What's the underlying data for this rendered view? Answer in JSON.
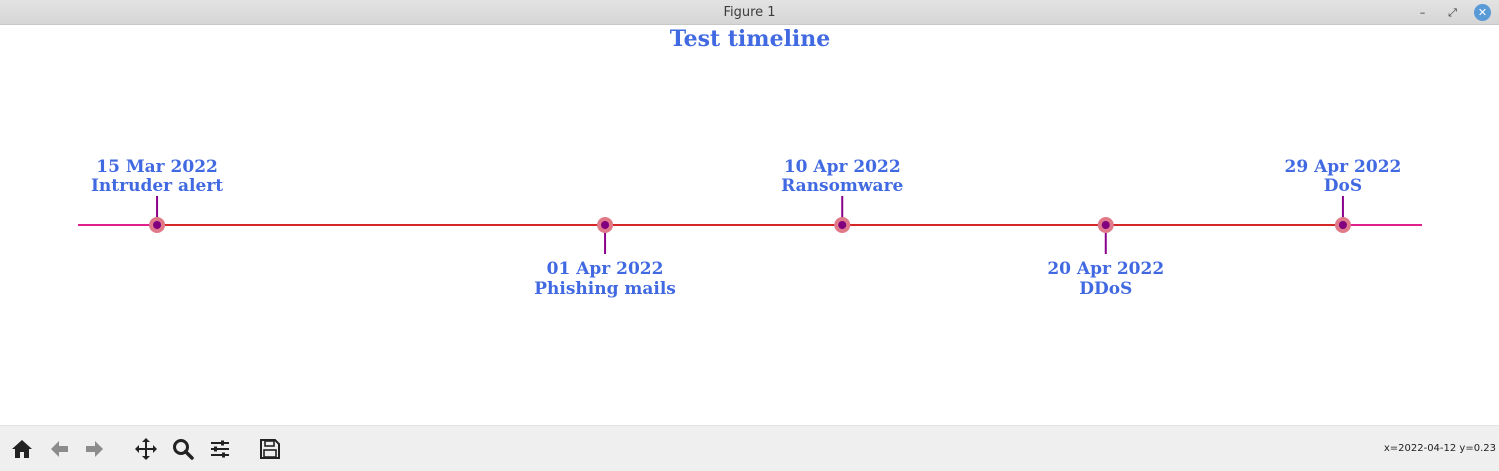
{
  "window": {
    "title": "Figure 1",
    "controls": {
      "minimize": "–",
      "maximize": "⤢",
      "close": "✕"
    }
  },
  "chart_data": {
    "type": "timeline",
    "title": "Test timeline",
    "x_unit": "date",
    "xlim": [
      "2022-03-12",
      "2022-05-02"
    ],
    "events": [
      {
        "date": "2022-03-15",
        "date_label": "15 Mar 2022",
        "label": "Intruder alert",
        "position": "above"
      },
      {
        "date": "2022-04-01",
        "date_label": "01 Apr 2022",
        "label": "Phishing mails",
        "position": "below"
      },
      {
        "date": "2022-04-10",
        "date_label": "10 Apr 2022",
        "label": "Ransomware",
        "position": "above"
      },
      {
        "date": "2022-04-20",
        "date_label": "20 Apr 2022",
        "label": "DDoS",
        "position": "below"
      },
      {
        "date": "2022-04-29",
        "date_label": "29 Apr 2022",
        "label": "DoS",
        "position": "above"
      }
    ],
    "colors": {
      "title": "#4169e1",
      "text": "#4169e1",
      "axis_line": "#d62728",
      "axis_ends": "#e0208f",
      "stem": "#8b008b",
      "marker_outer": "#e07a8a",
      "marker_inner": "#800080"
    }
  },
  "toolbar": {
    "buttons": [
      {
        "name": "home-icon",
        "label": "Home"
      },
      {
        "name": "back-arrow-icon",
        "label": "Back"
      },
      {
        "name": "forward-arrow-icon",
        "label": "Forward"
      },
      {
        "name": "pan-icon",
        "label": "Pan"
      },
      {
        "name": "zoom-icon",
        "label": "Zoom"
      },
      {
        "name": "configure-subplots-icon",
        "label": "Configure subplots"
      },
      {
        "name": "save-icon",
        "label": "Save"
      }
    ],
    "status_text": "x=2022-04-12 y=0.23"
  }
}
